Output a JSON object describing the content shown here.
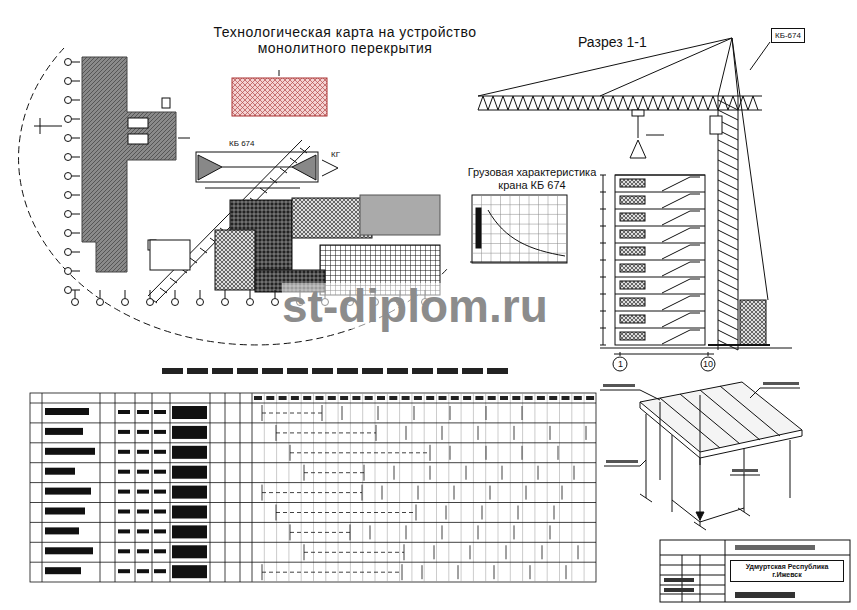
{
  "diagram": {
    "title": "Технологическая карта на устройство монолитного перекрытия",
    "nodes": [
      {
        "text": [
          "КБ-674"
        ]
      },
      {
        "text": [
          "Удмуртская Республика г.Ижевск"
        ]
      }
    ],
    "labels": [
      "Разрез 1-1",
      "Грузовая характеристика крана КБ 674",
      "КБ 674",
      "КГ",
      "1",
      "10",
      "st-diplom.ru"
    ]
  }
}
